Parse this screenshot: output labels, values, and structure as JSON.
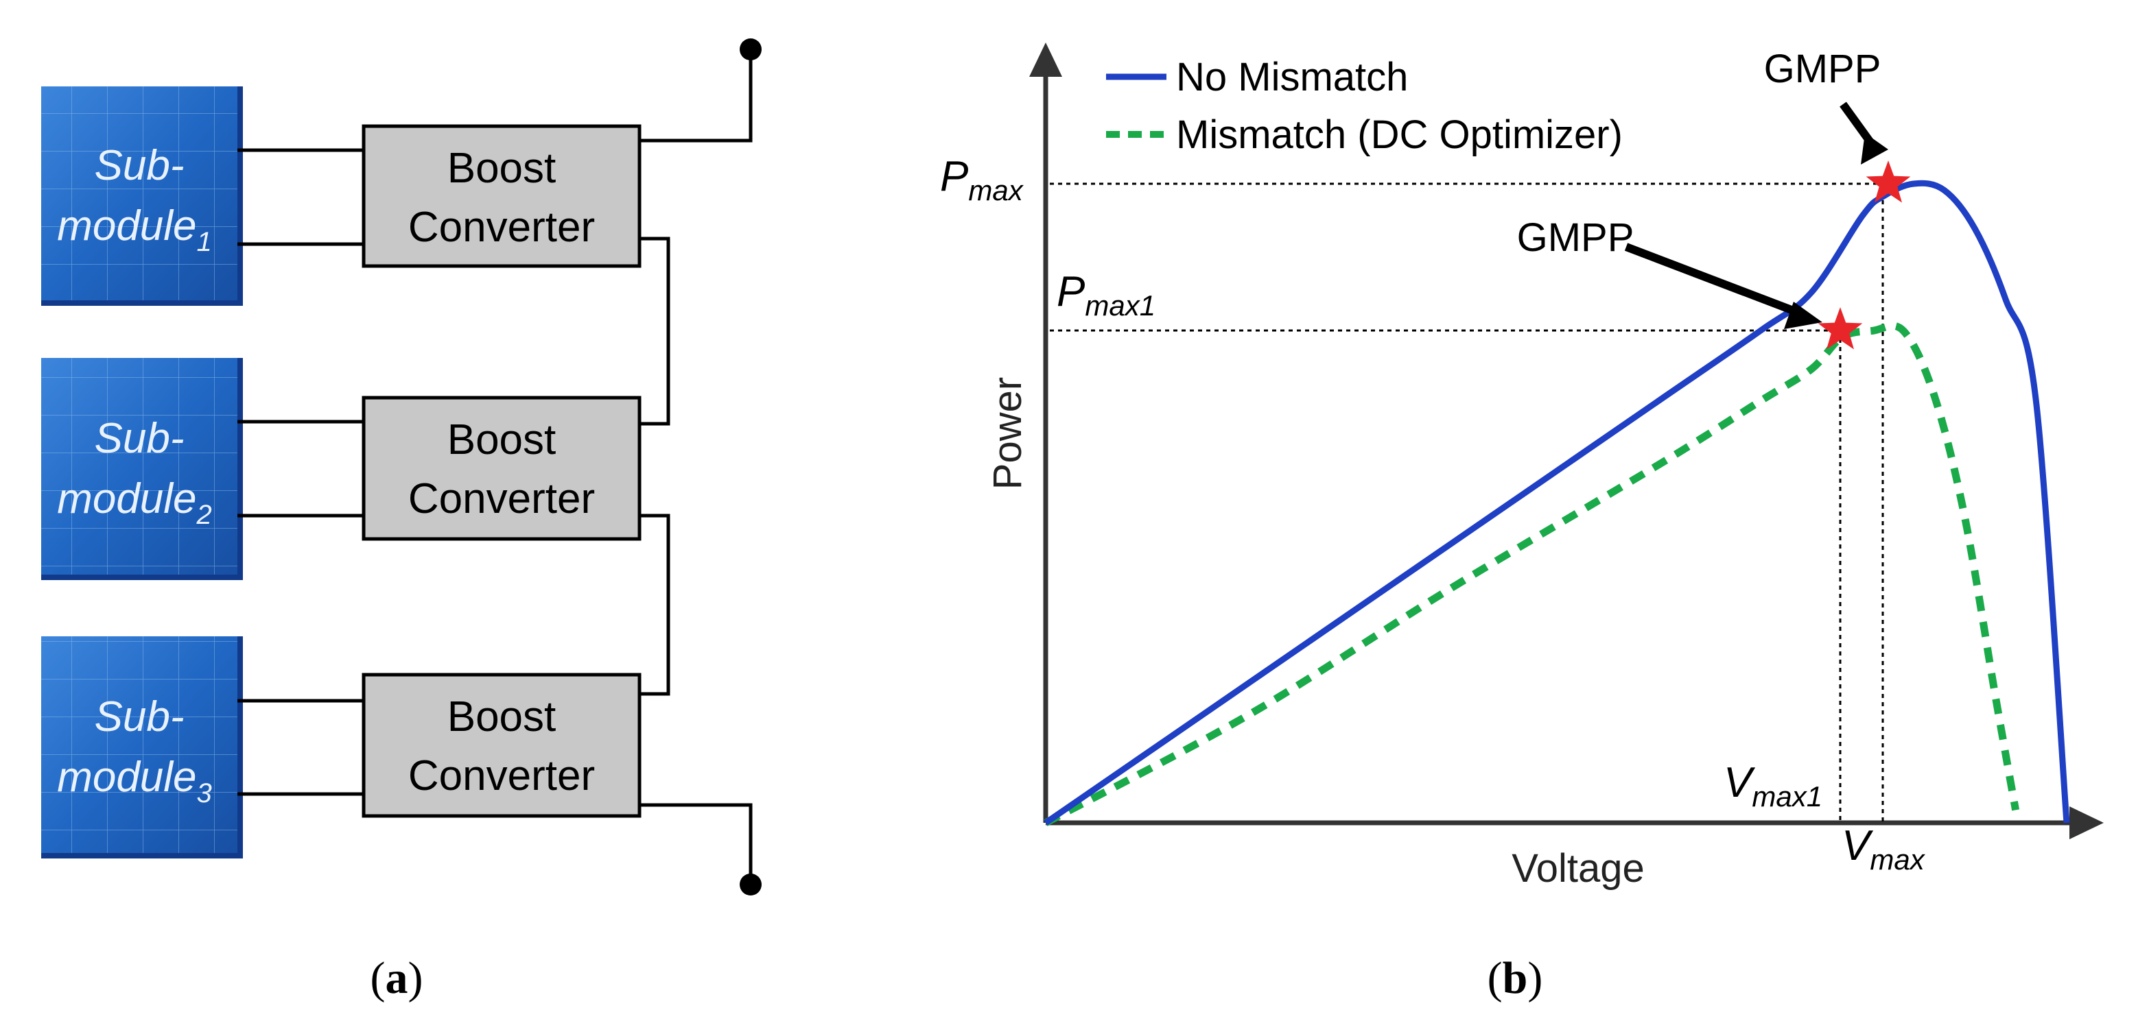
{
  "panel_a": {
    "caption_letter": "a",
    "submodules": [
      {
        "line1": "Sub-",
        "line2": "module",
        "sub": "1"
      },
      {
        "line1": "Sub-",
        "line2": "module",
        "sub": "2"
      },
      {
        "line1": "Sub-",
        "line2": "module",
        "sub": "3"
      }
    ],
    "converters": [
      {
        "line1": "Boost",
        "line2": "Converter"
      },
      {
        "line1": "Boost",
        "line2": "Converter"
      },
      {
        "line1": "Boost",
        "line2": "Converter"
      }
    ]
  },
  "panel_b": {
    "caption_letter": "b",
    "xlabel": "Voltage",
    "ylabel": "Power",
    "legend": [
      {
        "label": "No Mismatch",
        "color": "#1f3fc4",
        "style": "solid"
      },
      {
        "label": "Mismatch (DC Optimizer)",
        "color": "#1aaa4a",
        "style": "dashed"
      }
    ],
    "gmpp_labels": [
      "GMPP",
      "GMPP"
    ],
    "pmax_label": {
      "main": "P",
      "sub": "max"
    },
    "pmax1_label": {
      "main": "P",
      "sub": "max1"
    },
    "vmax_label": {
      "main": "V",
      "sub": "max"
    },
    "vmax1_label": {
      "main": "V",
      "sub": "max1"
    },
    "star_color": "#e8262a"
  },
  "chart_data": {
    "type": "line",
    "title": "",
    "xlabel": "Voltage",
    "ylabel": "Power",
    "x_units": "relative",
    "series": [
      {
        "name": "No Mismatch",
        "x": [
          0,
          0.2,
          0.4,
          0.6,
          0.7,
          0.75,
          0.8,
          0.82,
          0.85,
          0.88,
          0.91,
          0.94,
          0.97,
          1.0
        ],
        "y": [
          0,
          0.22,
          0.44,
          0.66,
          0.77,
          0.83,
          0.95,
          0.98,
          1.0,
          0.99,
          0.93,
          0.82,
          0.66,
          0
        ]
      },
      {
        "name": "Mismatch (DC Optimizer)",
        "x": [
          0,
          0.2,
          0.4,
          0.6,
          0.7,
          0.75,
          0.78,
          0.81,
          0.84,
          0.87,
          0.9,
          0.93,
          0.95
        ],
        "y": [
          0,
          0.17,
          0.37,
          0.56,
          0.66,
          0.71,
          0.76,
          0.77,
          0.77,
          0.67,
          0.48,
          0.2,
          0.02
        ]
      }
    ],
    "markers": [
      {
        "name": "GMPP",
        "series": "No Mismatch",
        "x": 0.83,
        "y": 1.0
      },
      {
        "name": "GMPP",
        "series": "Mismatch (DC Optimizer)",
        "x": 0.78,
        "y": 0.77
      }
    ]
  }
}
